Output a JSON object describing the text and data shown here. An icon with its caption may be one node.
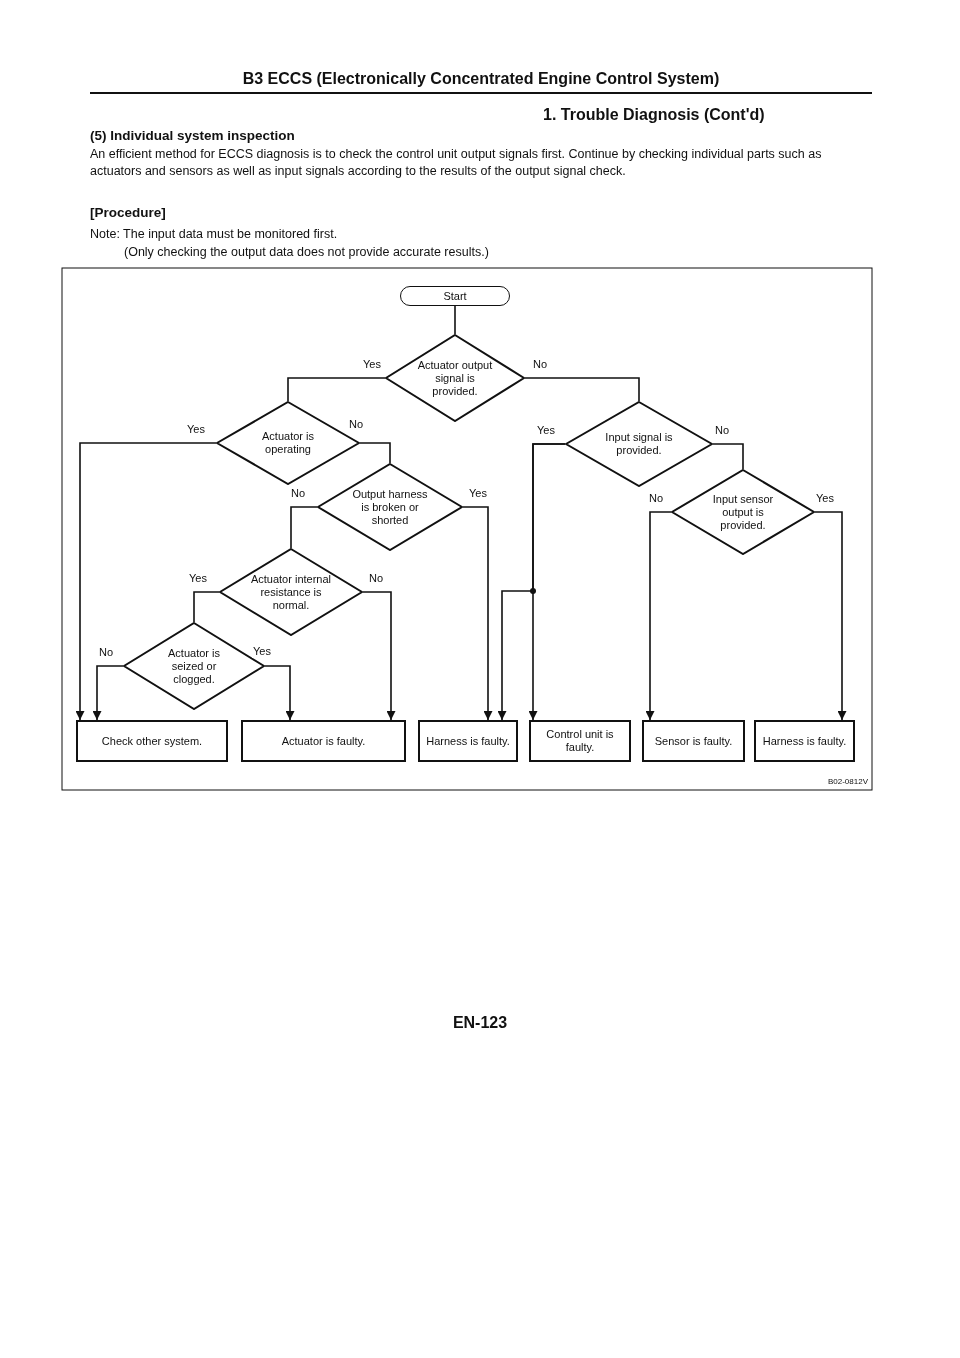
{
  "diagram": {
    "title": "B3 ECCS (Electronically Concentrated Engine Control System)",
    "nodes": [
      {
        "text": [
          "Start"
        ]
      },
      {
        "text": [
          "Actuator output signal is provided."
        ]
      },
      {
        "text": [
          "Actuator is operating"
        ]
      },
      {
        "text": [
          "Input signal is provided."
        ]
      },
      {
        "text": [
          "Output harness is broken or shorted"
        ]
      },
      {
        "text": [
          "Input sensor output is provided."
        ]
      },
      {
        "text": [
          "Actuator internal resistance is normal."
        ]
      },
      {
        "text": [
          "Actuator is seized or clogged."
        ]
      },
      {
        "text": [
          "Check other system."
        ]
      },
      {
        "text": [
          "Actuator is faulty."
        ]
      },
      {
        "text": [
          "Harness is faulty."
        ]
      },
      {
        "text": [
          "Control unit is faulty."
        ]
      },
      {
        "text": [
          "Sensor is faulty."
        ]
      },
      {
        "text": [
          "Harness is faulty."
        ]
      }
    ],
    "edges": [
      {
        "from": 0,
        "to": 1,
        "arrow": "none"
      },
      {
        "from": 1,
        "to": 2,
        "arrow": "none",
        "label": "Yes"
      },
      {
        "from": 1,
        "to": 3,
        "arrow": "none",
        "label": "No"
      },
      {
        "from": 2,
        "to": 8,
        "arrow": "to",
        "label": "Yes"
      },
      {
        "from": 2,
        "to": 4,
        "arrow": "none",
        "label": "No"
      },
      {
        "from": 4,
        "to": 6,
        "arrow": "none",
        "label": "No"
      },
      {
        "from": 4,
        "to": 10,
        "arrow": "to",
        "label": "Yes"
      },
      {
        "from": 3,
        "to": 11,
        "arrow": "to",
        "label": "Yes"
      },
      {
        "from": 3,
        "to": 10,
        "arrow": "to"
      },
      {
        "from": 3,
        "to": 5,
        "arrow": "none",
        "label": "No"
      },
      {
        "from": 6,
        "to": 7,
        "arrow": "none",
        "label": "Yes"
      },
      {
        "from": 6,
        "to": 9,
        "arrow": "to",
        "label": "No"
      },
      {
        "from": 7,
        "to": 8,
        "arrow": "to",
        "label": "No"
      },
      {
        "from": 7,
        "to": 9,
        "arrow": "to",
        "label": "Yes"
      },
      {
        "from": 5,
        "to": 12,
        "arrow": "to",
        "label": "No"
      },
      {
        "from": 5,
        "to": 13,
        "arrow": "to",
        "label": "Yes"
      }
    ],
    "labels": [
      "1. Trouble Diagnosis (Cont'd)",
      "(5) Individual system inspection",
      "An efficient method for ECCS diagnosis is to check the control unit output signals first. Continue by checking individual parts such as actuators and sensors as well as input signals according to the results of the output signal check.",
      "[Procedure]",
      "Note: The input data must be monitored first.",
      "(Only checking the output data does not provide accurate results.)",
      "B02-0812V",
      "EN-123"
    ]
  }
}
